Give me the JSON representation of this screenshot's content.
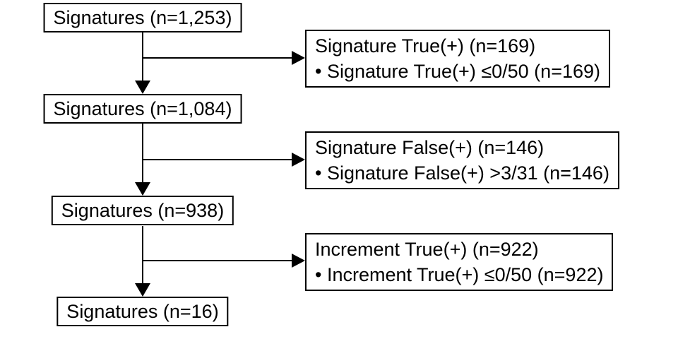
{
  "diagram": {
    "type": "flowchart",
    "colors": {
      "background": "#ffffff",
      "box_border": "#000000",
      "box_fill": "#ffffff",
      "line": "#000000",
      "text": "#000000"
    },
    "main_boxes": [
      {
        "label": "Signatures (n=1,253)"
      },
      {
        "label": "Signatures (n=1,084)"
      },
      {
        "label": "Signatures (n=938)"
      },
      {
        "label": "Signatures (n=16)"
      }
    ],
    "exclusion_boxes": [
      {
        "title": "Signature True(+) (n=169)",
        "bullet": "• Signature True(+) ≤0/50 (n=169)"
      },
      {
        "title": "Signature False(+) (n=146)",
        "bullet": "• Signature False(+) >3/31 (n=146)"
      },
      {
        "title": "Increment True(+) (n=922)",
        "bullet": "• Increment True(+) ≤0/50 (n=922)"
      }
    ],
    "edges": [
      {
        "from": "main-box-1",
        "to": "main-box-2"
      },
      {
        "from": "main-box-2",
        "to": "main-box-3"
      },
      {
        "from": "main-box-3",
        "to": "main-box-4"
      },
      {
        "from": "main-box-1-to-2-trunk",
        "to": "exclusion-box-1"
      },
      {
        "from": "main-box-2-to-3-trunk",
        "to": "exclusion-box-2"
      },
      {
        "from": "main-box-3-to-4-trunk",
        "to": "exclusion-box-3"
      }
    ]
  }
}
